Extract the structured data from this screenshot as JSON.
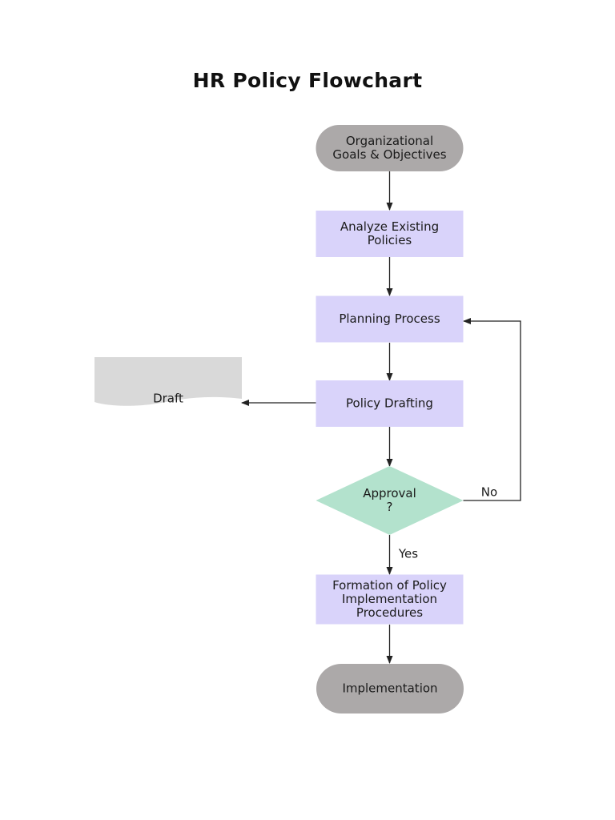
{
  "title": "HR Policy Flowchart",
  "colors": {
    "terminal": "#aca9a9",
    "process": "#d9d3fa",
    "decision": "#b3e2cd",
    "document": "#d9d9d9",
    "line": "#222222"
  },
  "nodes": {
    "goals": {
      "shape": "terminal",
      "lines": [
        "Organizational",
        "Goals & Objectives"
      ]
    },
    "analyze": {
      "shape": "process",
      "lines": [
        "Analyze Existing",
        "Policies"
      ]
    },
    "planning": {
      "shape": "process",
      "lines": [
        "Planning Process"
      ]
    },
    "drafting": {
      "shape": "process",
      "lines": [
        "Policy Drafting"
      ]
    },
    "draft": {
      "shape": "document",
      "lines": [
        "Draft"
      ]
    },
    "approval": {
      "shape": "decision",
      "lines": [
        "Approval",
        "?"
      ]
    },
    "formation": {
      "shape": "process",
      "lines": [
        "Formation of Policy",
        "Implementation",
        "Procedures"
      ]
    },
    "implementation": {
      "shape": "terminal",
      "lines": [
        "Implementation"
      ]
    }
  },
  "edges": [
    {
      "from": "goals",
      "to": "analyze",
      "label": ""
    },
    {
      "from": "analyze",
      "to": "planning",
      "label": ""
    },
    {
      "from": "planning",
      "to": "drafting",
      "label": ""
    },
    {
      "from": "drafting",
      "to": "draft",
      "label": ""
    },
    {
      "from": "drafting",
      "to": "approval",
      "label": ""
    },
    {
      "from": "approval",
      "to": "planning",
      "label": "No"
    },
    {
      "from": "approval",
      "to": "formation",
      "label": "Yes"
    },
    {
      "from": "formation",
      "to": "implementation",
      "label": ""
    }
  ]
}
